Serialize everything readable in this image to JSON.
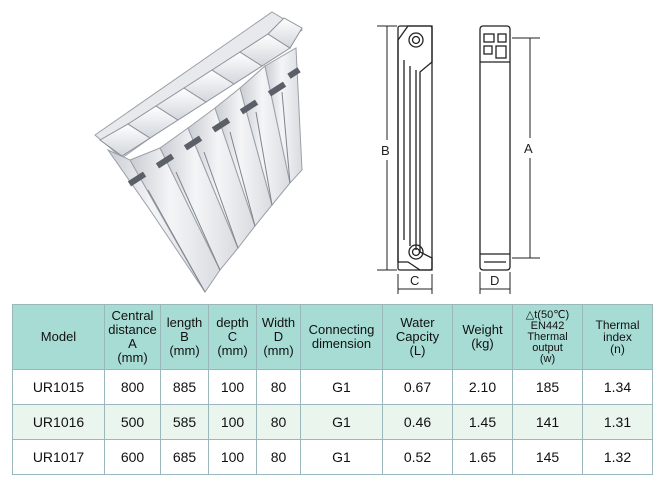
{
  "diagram": {
    "label_b": "B",
    "label_a": "A",
    "label_c": "C",
    "label_d": "D"
  },
  "table": {
    "headers": [
      {
        "key": "model",
        "lines": [
          "Model"
        ]
      },
      {
        "key": "central_distance",
        "lines": [
          "Central",
          "distance",
          "A",
          "(mm)"
        ]
      },
      {
        "key": "length",
        "lines": [
          "length",
          "B",
          "(mm)"
        ]
      },
      {
        "key": "depth",
        "lines": [
          "depth",
          "C",
          "(mm)"
        ]
      },
      {
        "key": "width",
        "lines": [
          "Width",
          "D",
          "(mm)"
        ]
      },
      {
        "key": "connecting",
        "lines": [
          "Connecting",
          "dimension"
        ]
      },
      {
        "key": "water_capacity",
        "lines": [
          "Water",
          "Capcity",
          "(L)"
        ]
      },
      {
        "key": "weight",
        "lines": [
          "Weight",
          "(kg)"
        ]
      },
      {
        "key": "thermal_output",
        "lines": [
          "△t(50℃)",
          "EN442",
          "Thermal",
          "output",
          "(w)"
        ]
      },
      {
        "key": "thermal_index",
        "lines": [
          "Thermal index",
          "(n)"
        ]
      }
    ],
    "rows": [
      [
        "UR1015",
        "800",
        "885",
        "100",
        "80",
        "G1",
        "0.67",
        "2.10",
        "185",
        "1.34"
      ],
      [
        "UR1016",
        "500",
        "585",
        "100",
        "80",
        "G1",
        "0.46",
        "1.45",
        "141",
        "1.31"
      ],
      [
        "UR1017",
        "600",
        "685",
        "100",
        "80",
        "G1",
        "0.52",
        "1.65",
        "145",
        "1.32"
      ]
    ]
  }
}
